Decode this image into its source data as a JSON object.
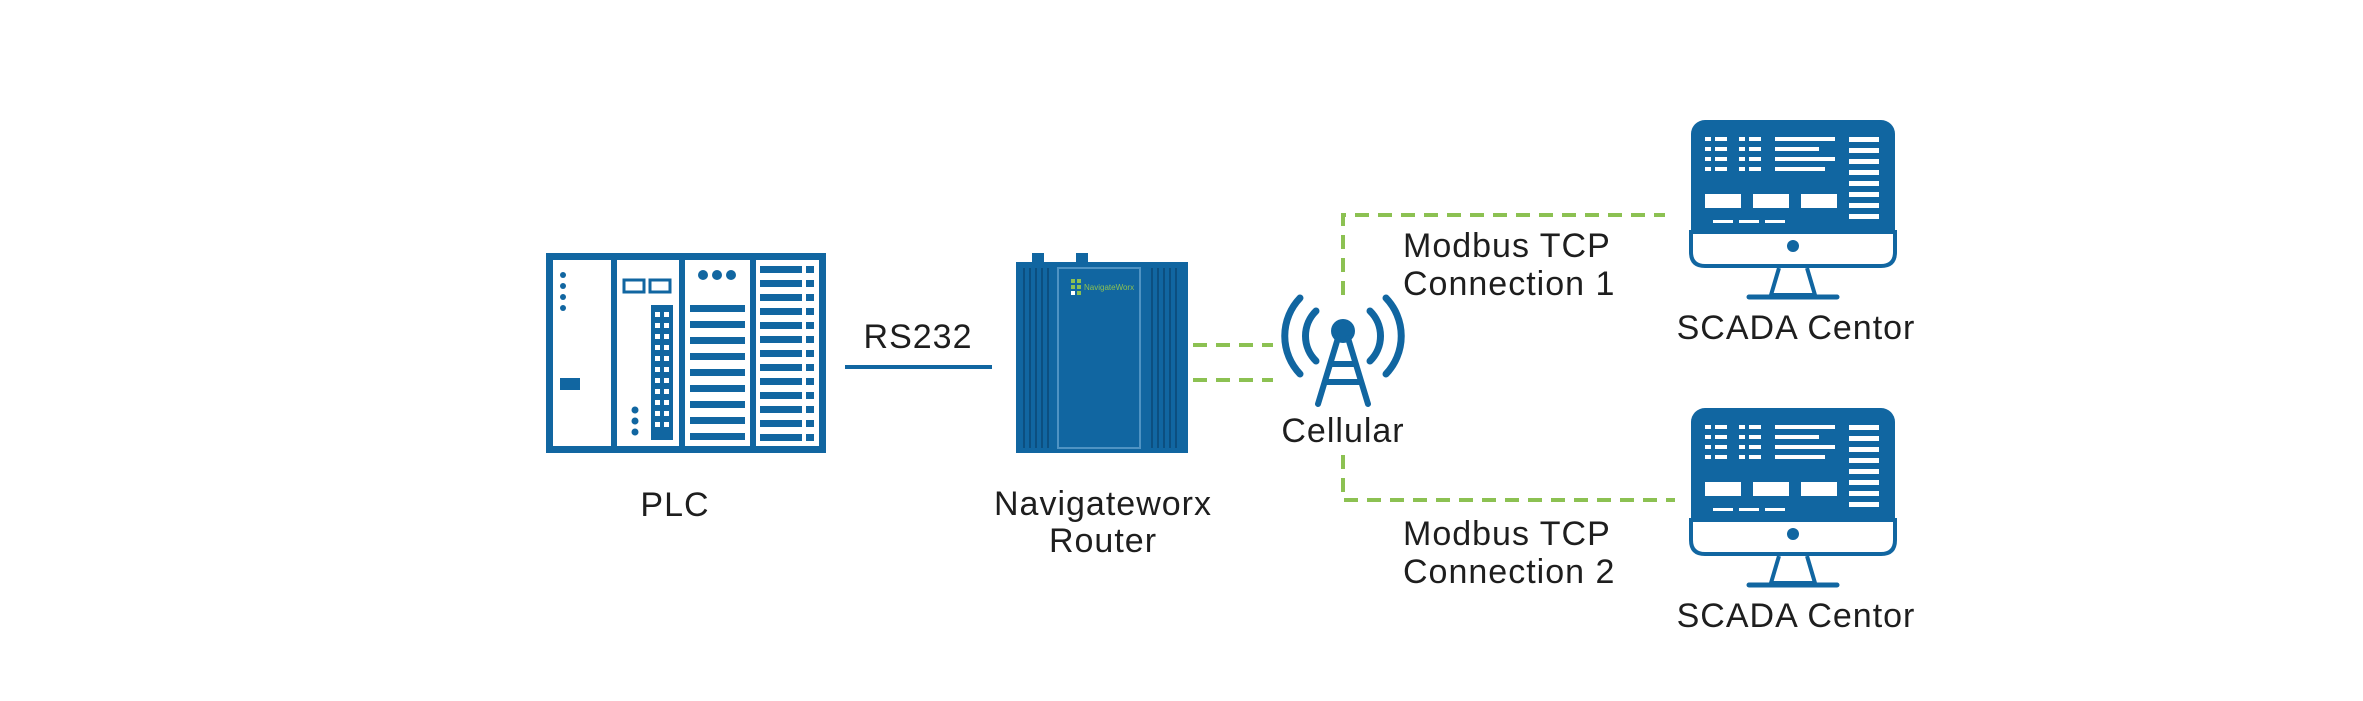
{
  "colors": {
    "device": "#1166a1",
    "link_wired": "#1166a1",
    "link_wireless": "#8cc152",
    "text": "#1e1e1e",
    "router_logo": "#8cc152",
    "background": "#ffffff"
  },
  "nodes": {
    "plc": {
      "label": "PLC",
      "icon": "plc-rack-icon"
    },
    "router": {
      "label_line1": "Navigateworx",
      "label_line2": "Router",
      "logo_text": "NavigateWorx",
      "icon": "router-icon"
    },
    "cellular": {
      "label": "Cellular",
      "icon": "cell-tower-icon"
    },
    "scada1": {
      "label": "SCADA Centor",
      "icon": "monitor-icon"
    },
    "scada2": {
      "label": "SCADA Centor",
      "icon": "monitor-icon"
    }
  },
  "links": {
    "plc_router": {
      "label": "RS232"
    },
    "connection1": {
      "label_line1": "Modbus TCP",
      "label_line2": "Connection 1"
    },
    "connection2": {
      "label_line1": "Modbus TCP",
      "label_line2": "Connection 2"
    }
  }
}
